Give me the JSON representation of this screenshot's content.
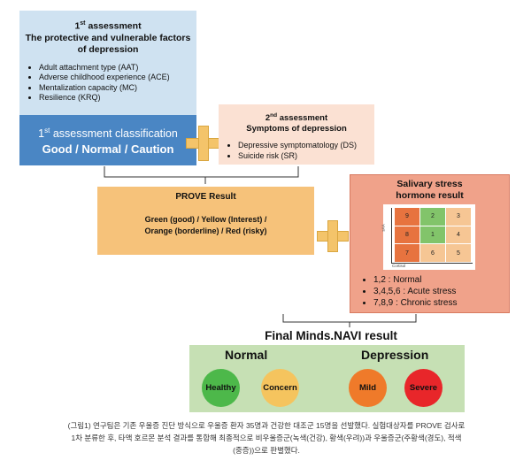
{
  "first_assessment": {
    "title_num": "1",
    "title_sup": "st",
    "title_line1": "assessment",
    "title_line2": "The protective and vulnerable factors",
    "title_line3": "of depression",
    "items": [
      "Adult attachment type (AAT)",
      "Adverse childhood experience (ACE)",
      "Mentalization capacity (MC)",
      "Resilience (KRQ)"
    ]
  },
  "classification": {
    "title_num": "1",
    "title_sup": "st",
    "title_rest": "assessment classification",
    "values": "Good / Normal / Caution"
  },
  "second_assessment": {
    "title_num": "2",
    "title_sup": "nd",
    "title_line1": "assessment",
    "title_line2": "Symptoms of depression",
    "items": [
      "Depressive symptomatology (DS)",
      "Suicide risk (SR)"
    ]
  },
  "prove": {
    "title": "PROVE Result",
    "line1": "Green (good) / Yellow (Interest) /",
    "line2": "Orange (borderline) / Red (risky)"
  },
  "salivary": {
    "title_line1": "Salivary stress",
    "title_line2": "hormone result",
    "y_axis_label": "sAA",
    "x_axis_label": "Cortisol",
    "grid": [
      {
        "label": "9",
        "color": "#e7733f"
      },
      {
        "label": "2",
        "color": "#82c46a"
      },
      {
        "label": "3",
        "color": "#f6c694"
      },
      {
        "label": "8",
        "color": "#e7733f"
      },
      {
        "label": "1",
        "color": "#82c46a"
      },
      {
        "label": "4",
        "color": "#f6c694"
      },
      {
        "label": "7",
        "color": "#e7733f"
      },
      {
        "label": "6",
        "color": "#f6c694"
      },
      {
        "label": "5",
        "color": "#f6c694"
      }
    ],
    "legend": [
      "1,2 : Normal",
      "3,4,5,6 : Acute stress",
      "7,8,9 : Chronic stress"
    ]
  },
  "final": {
    "title": "Final Minds.NAVI result",
    "normal_label": "Normal",
    "depression_label": "Depression",
    "circles": [
      {
        "label": "Healthy",
        "color": "#4db84a"
      },
      {
        "label": "Concern",
        "color": "#f5c45e"
      },
      {
        "label": "Mild",
        "color": "#ef7a2a"
      },
      {
        "label": "Severe",
        "color": "#e8262a"
      }
    ]
  },
  "caption": {
    "line1": "(그림1) 연구팀은 기존 우울증 진단 방식으로 우울증 환자 35명과 건강한 대조군 15명을 선발했다. 실험대상자를 PROVE 검사로",
    "line2": "1차 분류한 후, 타액 호르몬 분석 결과를 통합해 최종적으로 비우울증군(녹색(건강), 황색(우려))과 우울증군(주황색(경도), 적색",
    "line3": "(중증))으로 판별했다."
  },
  "colors": {
    "first_box": "#cfe2f1",
    "classification_box": "#4a86c4",
    "second_box": "#fbe1d3",
    "prove_box": "#f6c27a",
    "salivary_box": "#f0a28a",
    "final_box": "#c6e0b4",
    "plus": "#f4c46a"
  }
}
